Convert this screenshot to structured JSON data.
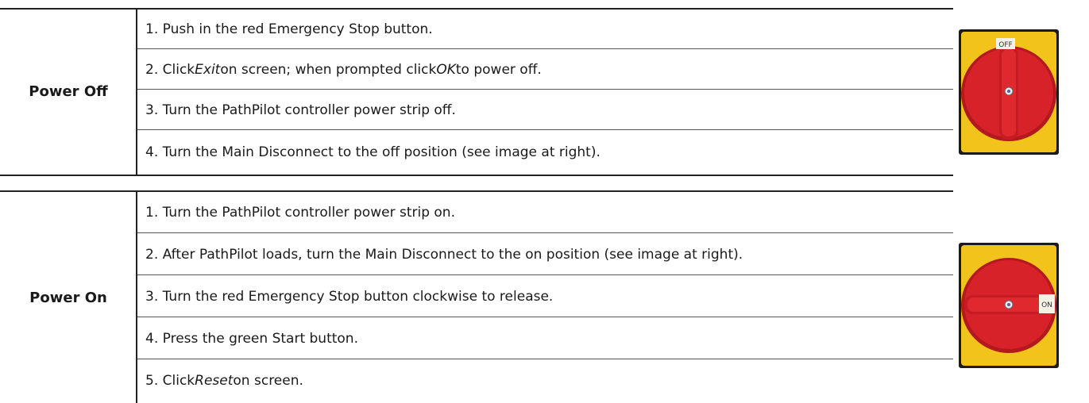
{
  "power_off": {
    "label": "Power Off",
    "steps": [
      {
        "pre": "1. Push in the red Emergency Stop button.",
        "em": "",
        "mid": "",
        "em2": "",
        "post": ""
      },
      {
        "pre": "2. Click ",
        "em": "Exit",
        "mid": " on screen; when prompted click ",
        "em2": "OK",
        "post": " to power off."
      },
      {
        "pre": "3. Turn the PathPilot controller power strip off.",
        "em": "",
        "mid": "",
        "em2": "",
        "post": ""
      },
      {
        "pre": "4. Turn the Main Disconnect to the off position (see image at right).",
        "em": "",
        "mid": "",
        "em2": "",
        "post": ""
      }
    ],
    "image": {
      "switch_label": "OFF"
    }
  },
  "power_on": {
    "label": "Power On",
    "steps": [
      {
        "pre": "1. Turn the PathPilot controller power strip on.",
        "em": "",
        "post": ""
      },
      {
        "pre": "2. After PathPilot loads, turn the Main Disconnect to the on position (see image at right).",
        "em": "",
        "post": ""
      },
      {
        "pre": "3. Turn the red Emergency Stop button clockwise to release.",
        "em": "",
        "post": ""
      },
      {
        "pre": "4. Press the green Start button.",
        "em": "",
        "post": ""
      },
      {
        "pre": "5. Click ",
        "em": "Reset",
        "post": " on screen."
      }
    ],
    "image": {
      "switch_label": "ON"
    }
  },
  "colors": {
    "knob_red": "#d8222a",
    "knob_yellow": "#f2c31a",
    "frame": "#1b1b1b"
  }
}
